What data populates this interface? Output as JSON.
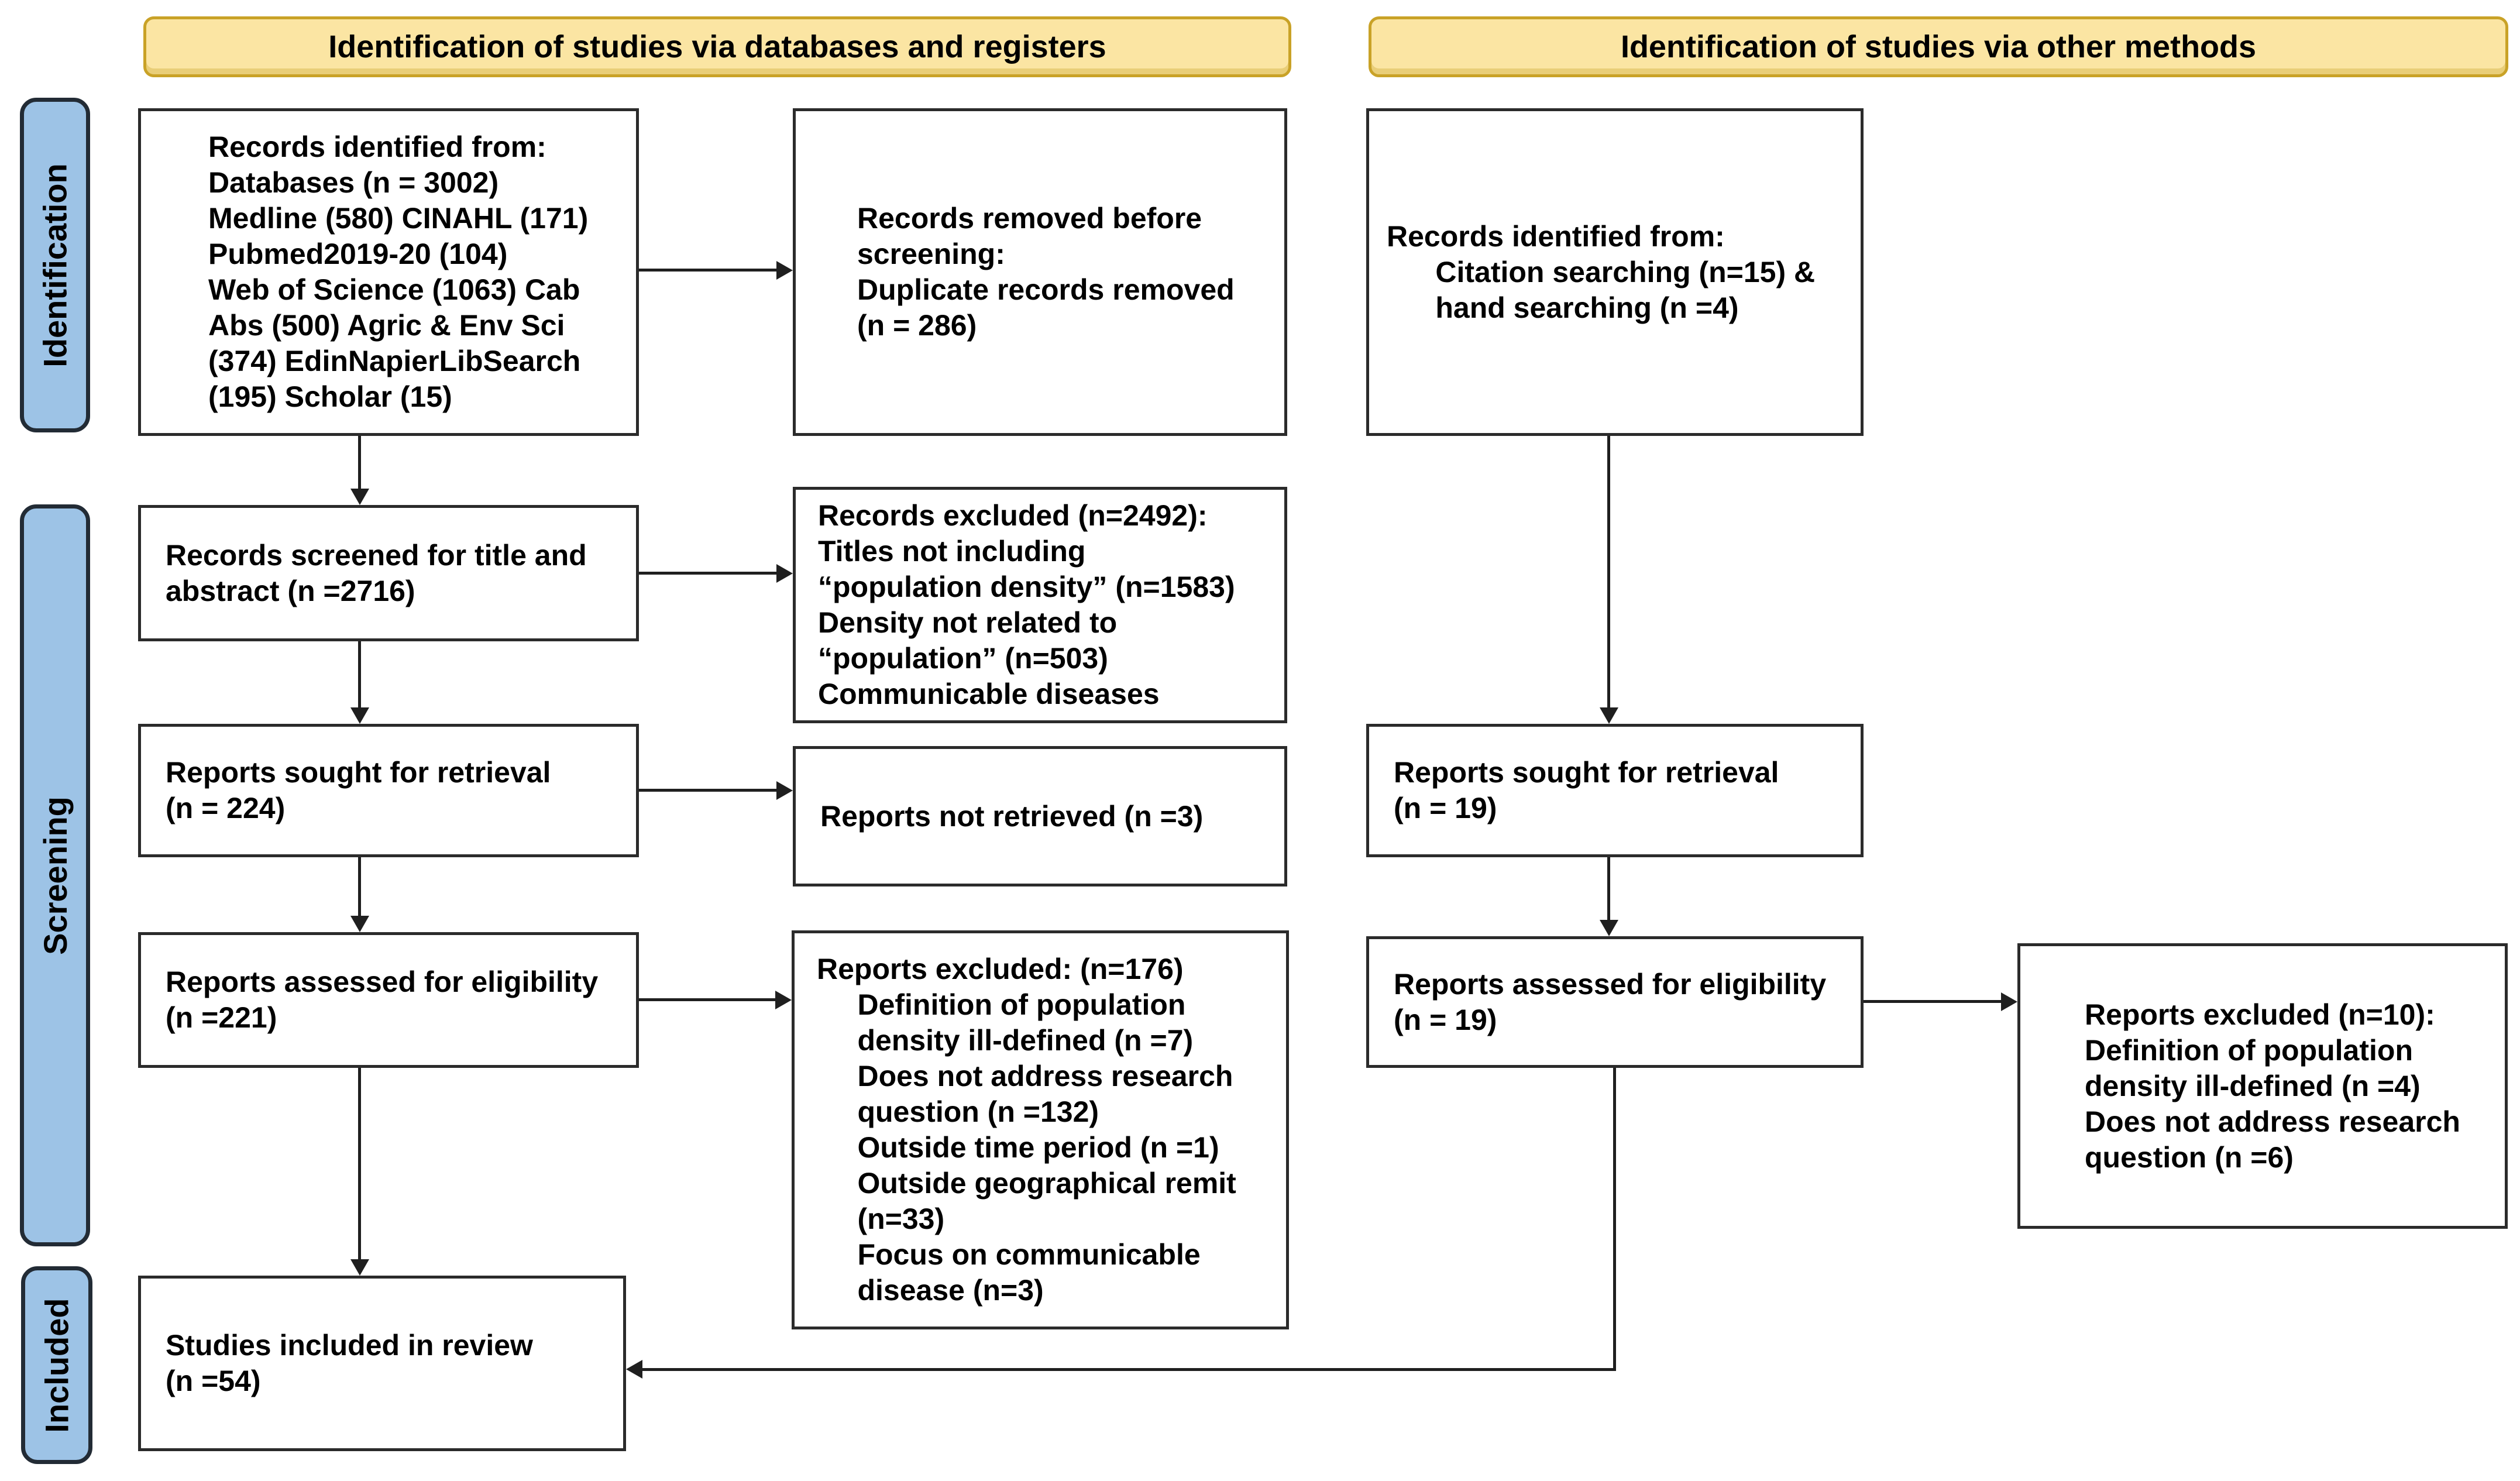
{
  "headers": {
    "databases": "Identification of studies via databases and registers",
    "other_methods": "Identification of studies via other methods"
  },
  "sidebar": {
    "identification": "Identification",
    "screening": "Screening",
    "included": "Included"
  },
  "boxes": {
    "records_identified_databases": "Records identified from:\nDatabases (n = 3002)\nMedline (580) CINAHL (171)\nPubmed2019-20 (104)\nWeb of Science (1063) Cab\nAbs (500) Agric & Env Sci\n(374) EdinNapierLibSearch\n(195) Scholar (15)",
    "records_removed": "Records removed before\nscreening:\nDuplicate records removed\n(n = 286)",
    "records_identified_other": "Records identified from:\n      Citation searching (n=15) &\n      hand searching (n =4)",
    "records_screened": "Records screened for title and\nabstract (n =2716)",
    "records_excluded": "Records excluded (n=2492):\nTitles not including\n“population density” (n=1583)\nDensity not related to\n“population” (n=503)\nCommunicable diseases",
    "reports_sought": "Reports sought for retrieval\n(n = 224)",
    "reports_not_retrieved": "Reports not retrieved (n =3)",
    "reports_assessed": "Reports assessed for eligibility\n(n =221)",
    "reports_excluded": "Reports excluded: (n=176)\n     Definition of population\n     density ill-defined (n =7)\n     Does not address research\n     question (n =132)\n     Outside time period (n =1)\n     Outside geographical remit\n     (n=33)\n     Focus on communicable\n     disease (n=3)",
    "reports_sought_other": "Reports sought for retrieval\n(n = 19)",
    "reports_assessed_other": "Reports assessed for eligibility\n(n = 19)",
    "reports_excluded_other": "Reports excluded (n=10):\nDefinition of population\ndensity ill-defined (n =4)\nDoes not address research\nquestion (n =6)",
    "studies_included": "Studies included in review\n(n =54)"
  },
  "colors": {
    "header_fill": "#FBE5A3",
    "header_border": "#C9A227",
    "sidebar_fill": "#9DC3E6",
    "sidebar_border": "#222B35",
    "box_border": "#2B2B2B",
    "arrow": "#1F1F1F",
    "text": "#000000"
  }
}
